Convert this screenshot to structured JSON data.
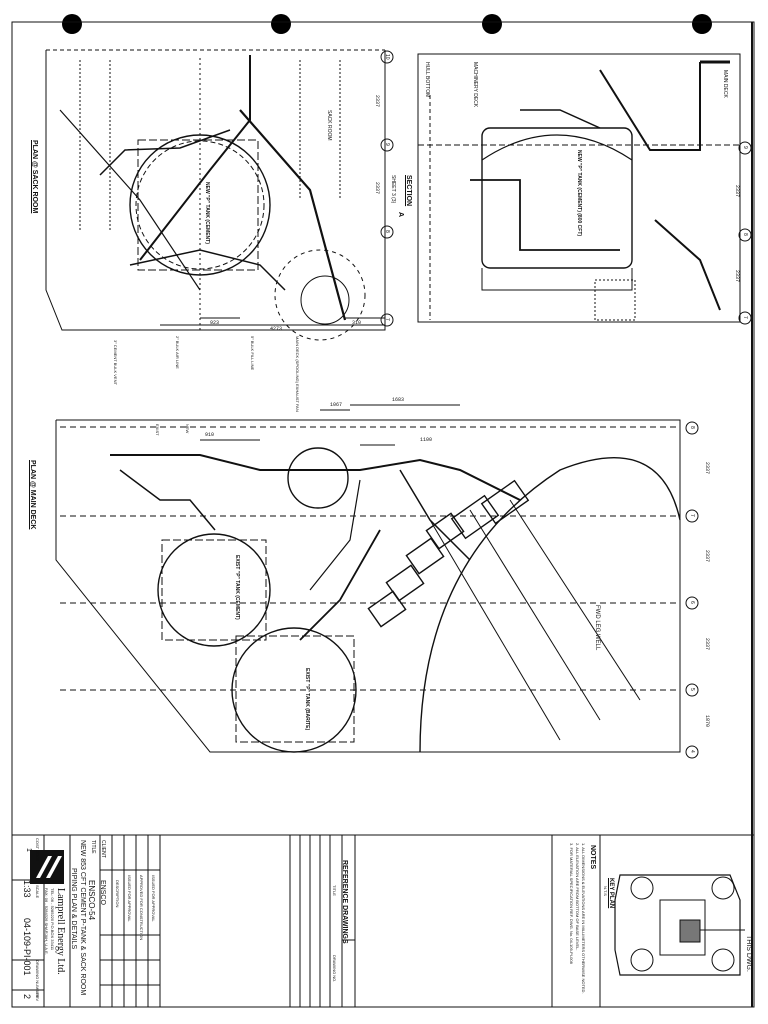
{
  "drawing": {
    "views": {
      "plan_sack_room": "PLAN @ SACK ROOM",
      "plan_main_deck": "PLAN @ MAIN DECK",
      "section": "SECTION",
      "section_mark": "A",
      "section_ref": "SHEET 3 (3)"
    },
    "frames_top": [
      "10",
      "9",
      "8",
      "7"
    ],
    "frames_right": [
      "9",
      "8",
      "7"
    ],
    "frames_main": [
      "8",
      "7",
      "6",
      "5",
      "4"
    ],
    "dimensions": {
      "spacing": "2337",
      "d_923": "923",
      "d_4273": "4273",
      "d_310": "310",
      "d_1067": "1067",
      "d_1683": "1683",
      "d_1100": "1100",
      "d_910": "910",
      "d_1870": "1870"
    },
    "labels": {
      "new_p_tank_cement": "NEW \"P\" TANK (CEMENT)",
      "new_p_tank_800": "NEW \"P\" TANK (CEMENT) (800 CFT)",
      "exist_p_tank_cement": "EXIST \"P\" TANK (CEMENT)",
      "exist_p_tank_bar": "EXIST \"P\" TANK (BARITE)",
      "sack_room": "SACK ROOM",
      "hull_bottom": "HULL BOTTOM",
      "machinery_deck": "MACHINERY DECK",
      "main_deck": "MAIN DECK",
      "fwd_leg_well": "FWD LEG WELL",
      "exhaust_fan": "MAIN DECK (SPOOLING) EXHAUST FAN",
      "vent_note": "3\" CEMENT BULK VENT",
      "air_line": "2\" BULK AIR LINE",
      "fill_line": "5\" BULK FILL LINE",
      "exist": "EXIST",
      "new": "NEW"
    },
    "notes": {
      "heading": "NOTES",
      "items": [
        "1. ALL DIMENSIONS & ELEVATIONS ARE IN MILLIMETERS OTHERWISE NOTED.",
        "2. ALL ELEVATION ARE FROM BOTTOM OF BASE LEVEL.",
        "3. FOR MATERIAL SPECIFICATION REF. DWG. No. 04-109-PI-008"
      ]
    },
    "key_plan": {
      "heading": "KEY PLAN",
      "scale": "N.T.S",
      "this_dwg": "THIS DWG."
    },
    "reference": {
      "heading": "REFERENCE DRAWINGS",
      "col_title": "TITLE",
      "col_number": "DRAWING NO."
    },
    "revision_table": {
      "rows": [
        [
          "1",
          "ISSUED FOR APPROVAL"
        ],
        [
          "2",
          "APPROVED FOR CONSTRUCTION"
        ],
        [
          "3",
          "ISSUED FOR APPROVAL"
        ]
      ],
      "headers": [
        "REV",
        "DATE",
        "DESCRIPTION",
        "BY",
        "CHKD",
        "APPD"
      ]
    },
    "title_block": {
      "client_label": "CLIENT",
      "client": "ENSCO",
      "title_label": "TITLE",
      "project": "ENSCO-54",
      "title_line1": "NEW 853 CFT CEMENT P-TANK & SACK ROOM",
      "title_line2": "PIPING PLAN & DETAILS",
      "company": "Lamprell Energy Ltd.",
      "address1": "TEL: 06 - 5285220 P.O.BOX 33411",
      "address2": "FAX: 06 - 5284326 SHARJAH, U.A.E.",
      "scale_label": "SCALE",
      "scale": "1:33",
      "drawing_no_label": "DRAWING NUMBER",
      "drawing_no": "04-109-PI-001",
      "rev_label": "REV",
      "rev": "2",
      "sheet": "1",
      "cost_code_label": "COST CODE"
    }
  }
}
